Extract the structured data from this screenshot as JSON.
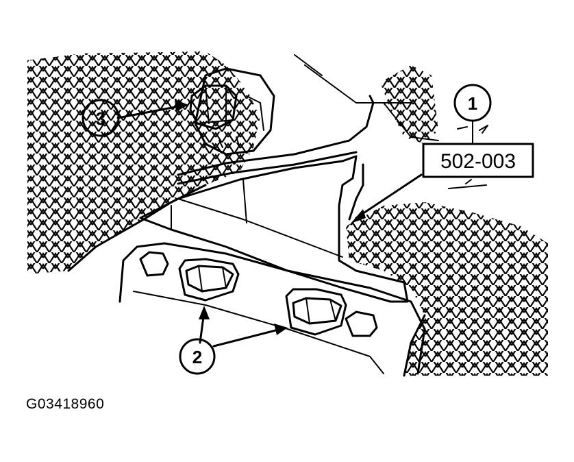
{
  "callouts": [
    {
      "label": "1",
      "target": "special-tool"
    },
    {
      "label": "2",
      "target": "flange-bolts"
    },
    {
      "label": "3",
      "target": "mount-nut"
    }
  ],
  "tool_number": "502-003",
  "figure_id": "G03418960",
  "colors": {
    "ink": "#000000",
    "background": "#ffffff"
  }
}
